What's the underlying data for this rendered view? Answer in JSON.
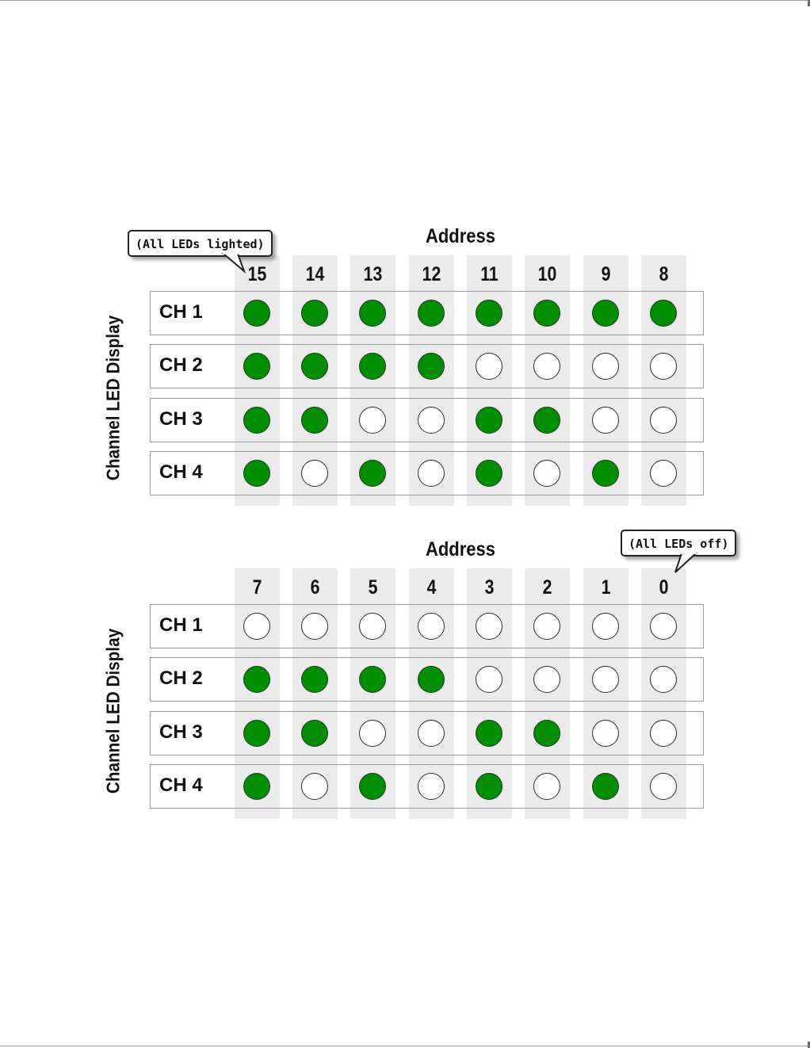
{
  "panels": [
    {
      "address_title": "Address",
      "side_label": "Channel LED Display",
      "callout": "(All LEDs lighted)",
      "addresses": [
        "15",
        "14",
        "13",
        "12",
        "11",
        "10",
        "9",
        "8"
      ],
      "channels": [
        {
          "label": "CH 1",
          "leds": [
            1,
            1,
            1,
            1,
            1,
            1,
            1,
            1
          ]
        },
        {
          "label": "CH 2",
          "leds": [
            1,
            1,
            1,
            1,
            0,
            0,
            0,
            0
          ]
        },
        {
          "label": "CH 3",
          "leds": [
            1,
            1,
            0,
            0,
            1,
            1,
            0,
            0
          ]
        },
        {
          "label": "CH 4",
          "leds": [
            1,
            0,
            1,
            0,
            1,
            0,
            1,
            0
          ]
        }
      ]
    },
    {
      "address_title": "Address",
      "side_label": "Channel LED Display",
      "callout": "(All LEDs off)",
      "addresses": [
        "7",
        "6",
        "5",
        "4",
        "3",
        "2",
        "1",
        "0"
      ],
      "channels": [
        {
          "label": "CH 1",
          "leds": [
            0,
            0,
            0,
            0,
            0,
            0,
            0,
            0
          ]
        },
        {
          "label": "CH 2",
          "leds": [
            1,
            1,
            1,
            1,
            0,
            0,
            0,
            0
          ]
        },
        {
          "label": "CH 3",
          "leds": [
            1,
            1,
            0,
            0,
            1,
            1,
            0,
            0
          ]
        },
        {
          "label": "CH 4",
          "leds": [
            1,
            0,
            1,
            0,
            1,
            0,
            1,
            0
          ]
        }
      ]
    }
  ],
  "colors": {
    "led_on": "#008f00",
    "led_off": "#ffffff",
    "band": "#ebebeb"
  }
}
